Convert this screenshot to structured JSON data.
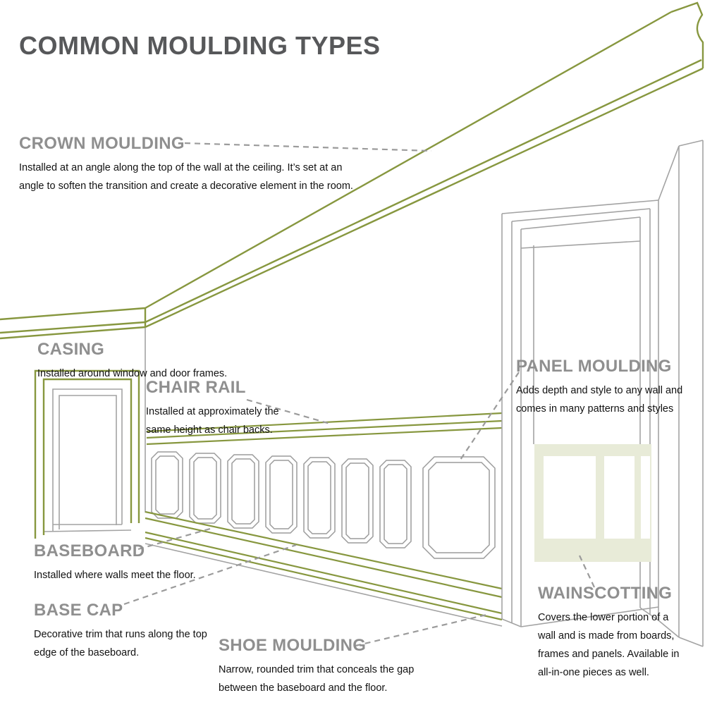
{
  "title": "COMMON MOULDING TYPES",
  "colors": {
    "moulding_green": "#87973f",
    "wainscot_fill": "#e8ebd8",
    "drawing_gray": "#a3a3a3",
    "leader_gray": "#9b9b9b",
    "heading_gray": "#8f8f8f",
    "title_gray": "#57585a"
  },
  "labels": {
    "crown": {
      "name": "CROWN MOULDING",
      "description": "Installed at an angle along the top of the wall at the ceiling.  It’s set at an angle to soften the transition and create a decorative element in the room."
    },
    "casing": {
      "name": "CASING",
      "description": "Installed around window and door frames."
    },
    "chair_rail": {
      "name": "CHAIR RAIL",
      "description": "Installed at approximately the same height as chair backs."
    },
    "panel": {
      "name": "PANEL MOULDING",
      "description": "Adds depth and style to any wall and comes in many patterns and styles"
    },
    "baseboard": {
      "name": "BASEBOARD",
      "description": "Installed where walls meet the floor."
    },
    "base_cap": {
      "name": "BASE CAP",
      "description": "Decorative trim that runs along the top edge of the baseboard."
    },
    "shoe": {
      "name": "SHOE MOULDING",
      "description": "Narrow, rounded trim that conceals the gap between the baseboard and the floor."
    },
    "wainscotting": {
      "name": "WAINSCOTTING",
      "description": "Covers the lower portion of a wall and is made from boards, frames and panels. Available in all-in-one pieces as well."
    }
  }
}
